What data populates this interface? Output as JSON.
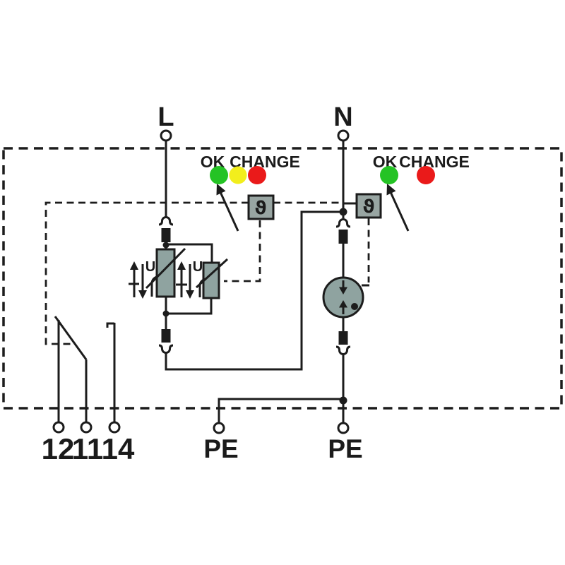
{
  "terminals": {
    "l": "L",
    "n": "N",
    "pe_left": "PE",
    "pe_right": "PE",
    "signal_12": "12",
    "signal_11": "11",
    "signal_14": "14"
  },
  "indicators": {
    "left": {
      "ok": "OK",
      "change": "CHANGE",
      "led_green": "#25c325",
      "led_yellow": "#f2ee1c",
      "led_red": "#ea1a1a"
    },
    "right": {
      "ok": "OK",
      "change": "CHANGE",
      "led_green": "#25c325",
      "led_red": "#ea1a1a"
    }
  },
  "symbols": {
    "thermal_left": "ϑ",
    "thermal_right": "ϑ",
    "u_left": "U",
    "u_right": "U"
  },
  "colors": {
    "stroke": "#1c1c1c",
    "component_fill": "#8fa3a0",
    "thermal_box_fill": "#98a5a2",
    "background": "#ffffff"
  }
}
